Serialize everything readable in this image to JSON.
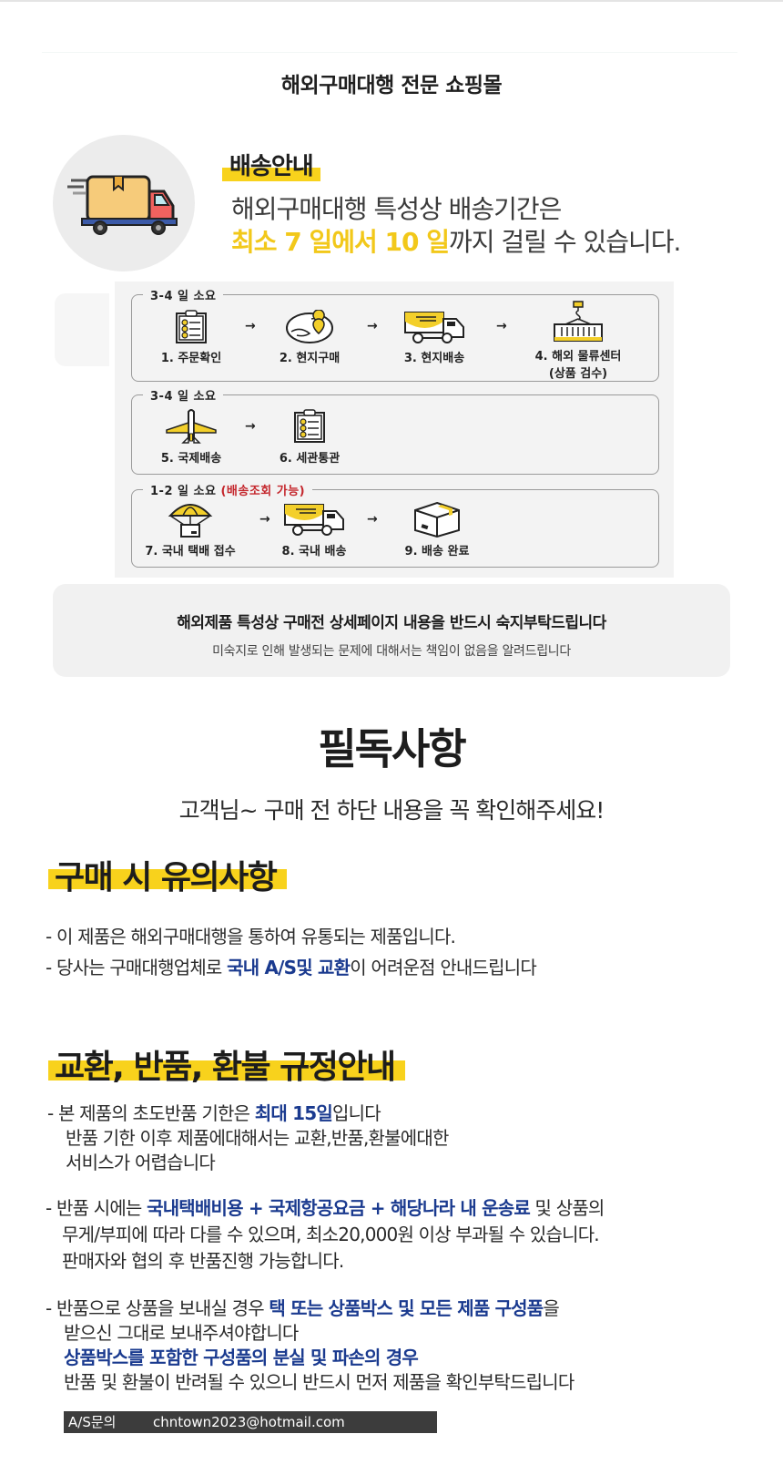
{
  "header": {
    "shop_title": "해외구매대행 전문 쇼핑몰"
  },
  "delivery": {
    "heading": "배송안내",
    "line1": "해외구매대행 특성상 배송기간은",
    "line2_highlight": "최소 7 일에서 10 일",
    "line2_rest": "까지 걸릴 수 있습니다.",
    "icon": "delivery-truck-icon",
    "highlight_color": "#f8d21c"
  },
  "process": {
    "stages": [
      {
        "label": "3-4 일 소요",
        "note": "",
        "steps": [
          {
            "label": "1. 주문확인",
            "icon": "clipboard-checklist-icon"
          },
          {
            "label": "2. 현지구매",
            "icon": "globe-location-pin-icon"
          },
          {
            "label": "3. 현지배송",
            "icon": "truck-icon"
          },
          {
            "label": "4. 해외 물류센터",
            "label2": "(상품 검수)",
            "icon": "crane-container-icon"
          }
        ]
      },
      {
        "label": "3-4 일 소요",
        "note": "",
        "steps": [
          {
            "label": "5. 국제배송",
            "icon": "airplane-icon"
          },
          {
            "label": "6. 세관통관",
            "icon": "clipboard-checklist-icon"
          }
        ]
      },
      {
        "label": "1-2 일 소요",
        "note": "(배송조회 가능)",
        "steps": [
          {
            "label": "7. 국내 택배 접수",
            "icon": "parachute-package-icon"
          },
          {
            "label": "8. 국내 배송",
            "icon": "truck-icon"
          },
          {
            "label": "9. 배송 완료",
            "icon": "package-box-icon"
          }
        ]
      }
    ],
    "arrow": "→"
  },
  "notice": {
    "main": "해외제품 특성상 구매전 상세페이지 내용을 반드시 숙지부탁드립니다",
    "sub": "미숙지로 인해 발생되는 문제에 대해서는 책임이 없음을 알려드립니다"
  },
  "must_read": {
    "title": "필독사항",
    "subtitle": "고객님~ 구매 전 하단 내용을 꼭 확인해주세요!"
  },
  "purchase_notes": {
    "title": "구매 시 유의사항",
    "line1": "- 이 제품은 해외구매대행을 통하여 유통되는 제품입니다.",
    "line2_a": "- 당사는 구매대행업체로 ",
    "line2_b": "국내 A/S및 교환",
    "line2_c": "이 어려운점 안내드립니다"
  },
  "return_policy": {
    "title": "교환, 반품, 환불 규정안내",
    "p1": {
      "a": "- 본 제품의 초도반품 기한은 ",
      "b": "최대 15일",
      "c": "입니다",
      "line2": "반품 기한 이후 제품에대해서는 교환,반품,환불에대한",
      "line3": "서비스가 어렵습니다"
    },
    "p2": {
      "a": "- 반품 시에는 ",
      "b": "국내택배비용 + 국제항공요금 + 해당나라 내 운송료",
      "c": " 및 상품의",
      "line2": "무게/부피에 따라 다를 수 있으며, 최소20,000원 이상 부과될 수 있습니다.",
      "line3": "판매자와 협의 후 반품진행 가능합니다."
    },
    "p3": {
      "a": "- 반품으로 상품을 보내실 경우 ",
      "b": "택 또는 상품박스 및 모든 제품 구성품",
      "c": "을",
      "line2": "받으신 그대로 보내주셔야합니다",
      "line3": "상품박스를 포함한 구성품의 분실 및 파손의 경우",
      "line4": "반품 및 환불이 반려될 수 있으니 반드시 먼저 제품을 확인부탁드립니다"
    }
  },
  "contact": {
    "label": "A/S문의",
    "email": "chntown2023@hotmail.com"
  },
  "colors": {
    "yellow": "#f8d21c",
    "blue_emphasis": "#1a3a8f",
    "red_note": "#c4262c",
    "contact_bar": "#3c3c3c"
  }
}
